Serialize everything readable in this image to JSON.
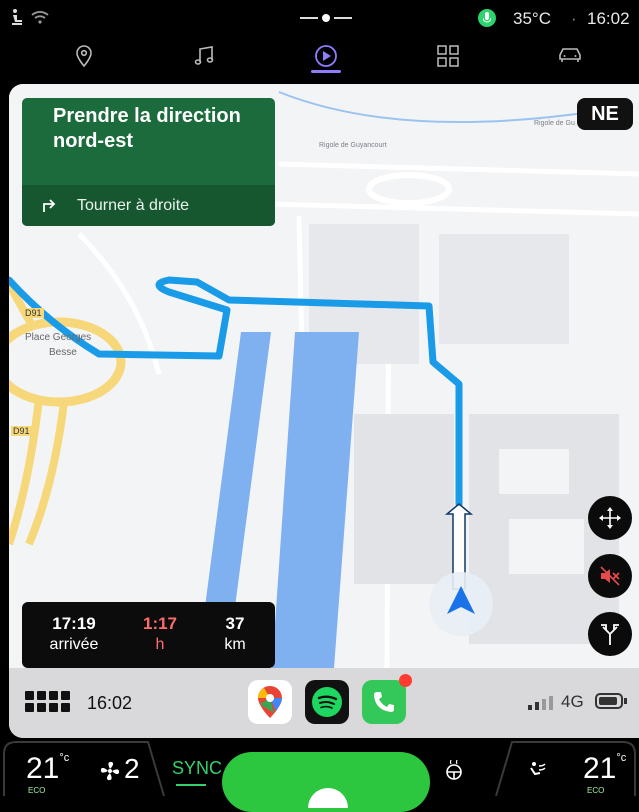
{
  "status": {
    "temperature": "35°C",
    "separator": "·",
    "time": "16:02",
    "icons": [
      "person-seat-icon",
      "wifi-question-icon",
      "media-position-icon",
      "microphone-badge-icon"
    ],
    "accent": "#2dd36f"
  },
  "nav": {
    "items": [
      {
        "name": "location-pin-icon"
      },
      {
        "name": "music-note-icon"
      },
      {
        "name": "carplay-play-icon",
        "active": true
      },
      {
        "name": "apps-grid-icon"
      },
      {
        "name": "car-icon"
      }
    ],
    "active_color": "#8f7cff"
  },
  "map": {
    "labels": {
      "canal_1": "Rigole de Guyancourt",
      "canal_2": "Rigole de Gu",
      "road_1": "D91",
      "road_2": "D91",
      "place_1": "Place Georges",
      "place_2": "Besse"
    },
    "route_color": "#1a9be8",
    "water_color": "#7fb1f0"
  },
  "turn_card": {
    "title": "Prendre la direction nord-est",
    "subtitle": "Tourner à droite",
    "color": "#1c6b3c"
  },
  "compass": {
    "heading": "NE"
  },
  "map_buttons": [
    "move-arrows-icon",
    "mute-icon",
    "route-options-icon"
  ],
  "eta": {
    "arrival_time": "17:19",
    "arrival_label": "arrivée",
    "duration": "1:17",
    "duration_unit": "h",
    "distance": "37",
    "distance_unit": "km",
    "duration_color": "#ff6b6b"
  },
  "dock": {
    "time": "16:02",
    "apps": [
      "google-maps-icon",
      "spotify-icon",
      "phone-icon"
    ],
    "network": "4G",
    "battery_level": 0.9
  },
  "climate": {
    "left_temp": "21",
    "left_unit": "°c",
    "left_eco": "ECO",
    "fan_speed": "2",
    "sync_label": "SYNC",
    "right_temp": "21",
    "right_unit": "°c",
    "right_eco": "ECO"
  }
}
